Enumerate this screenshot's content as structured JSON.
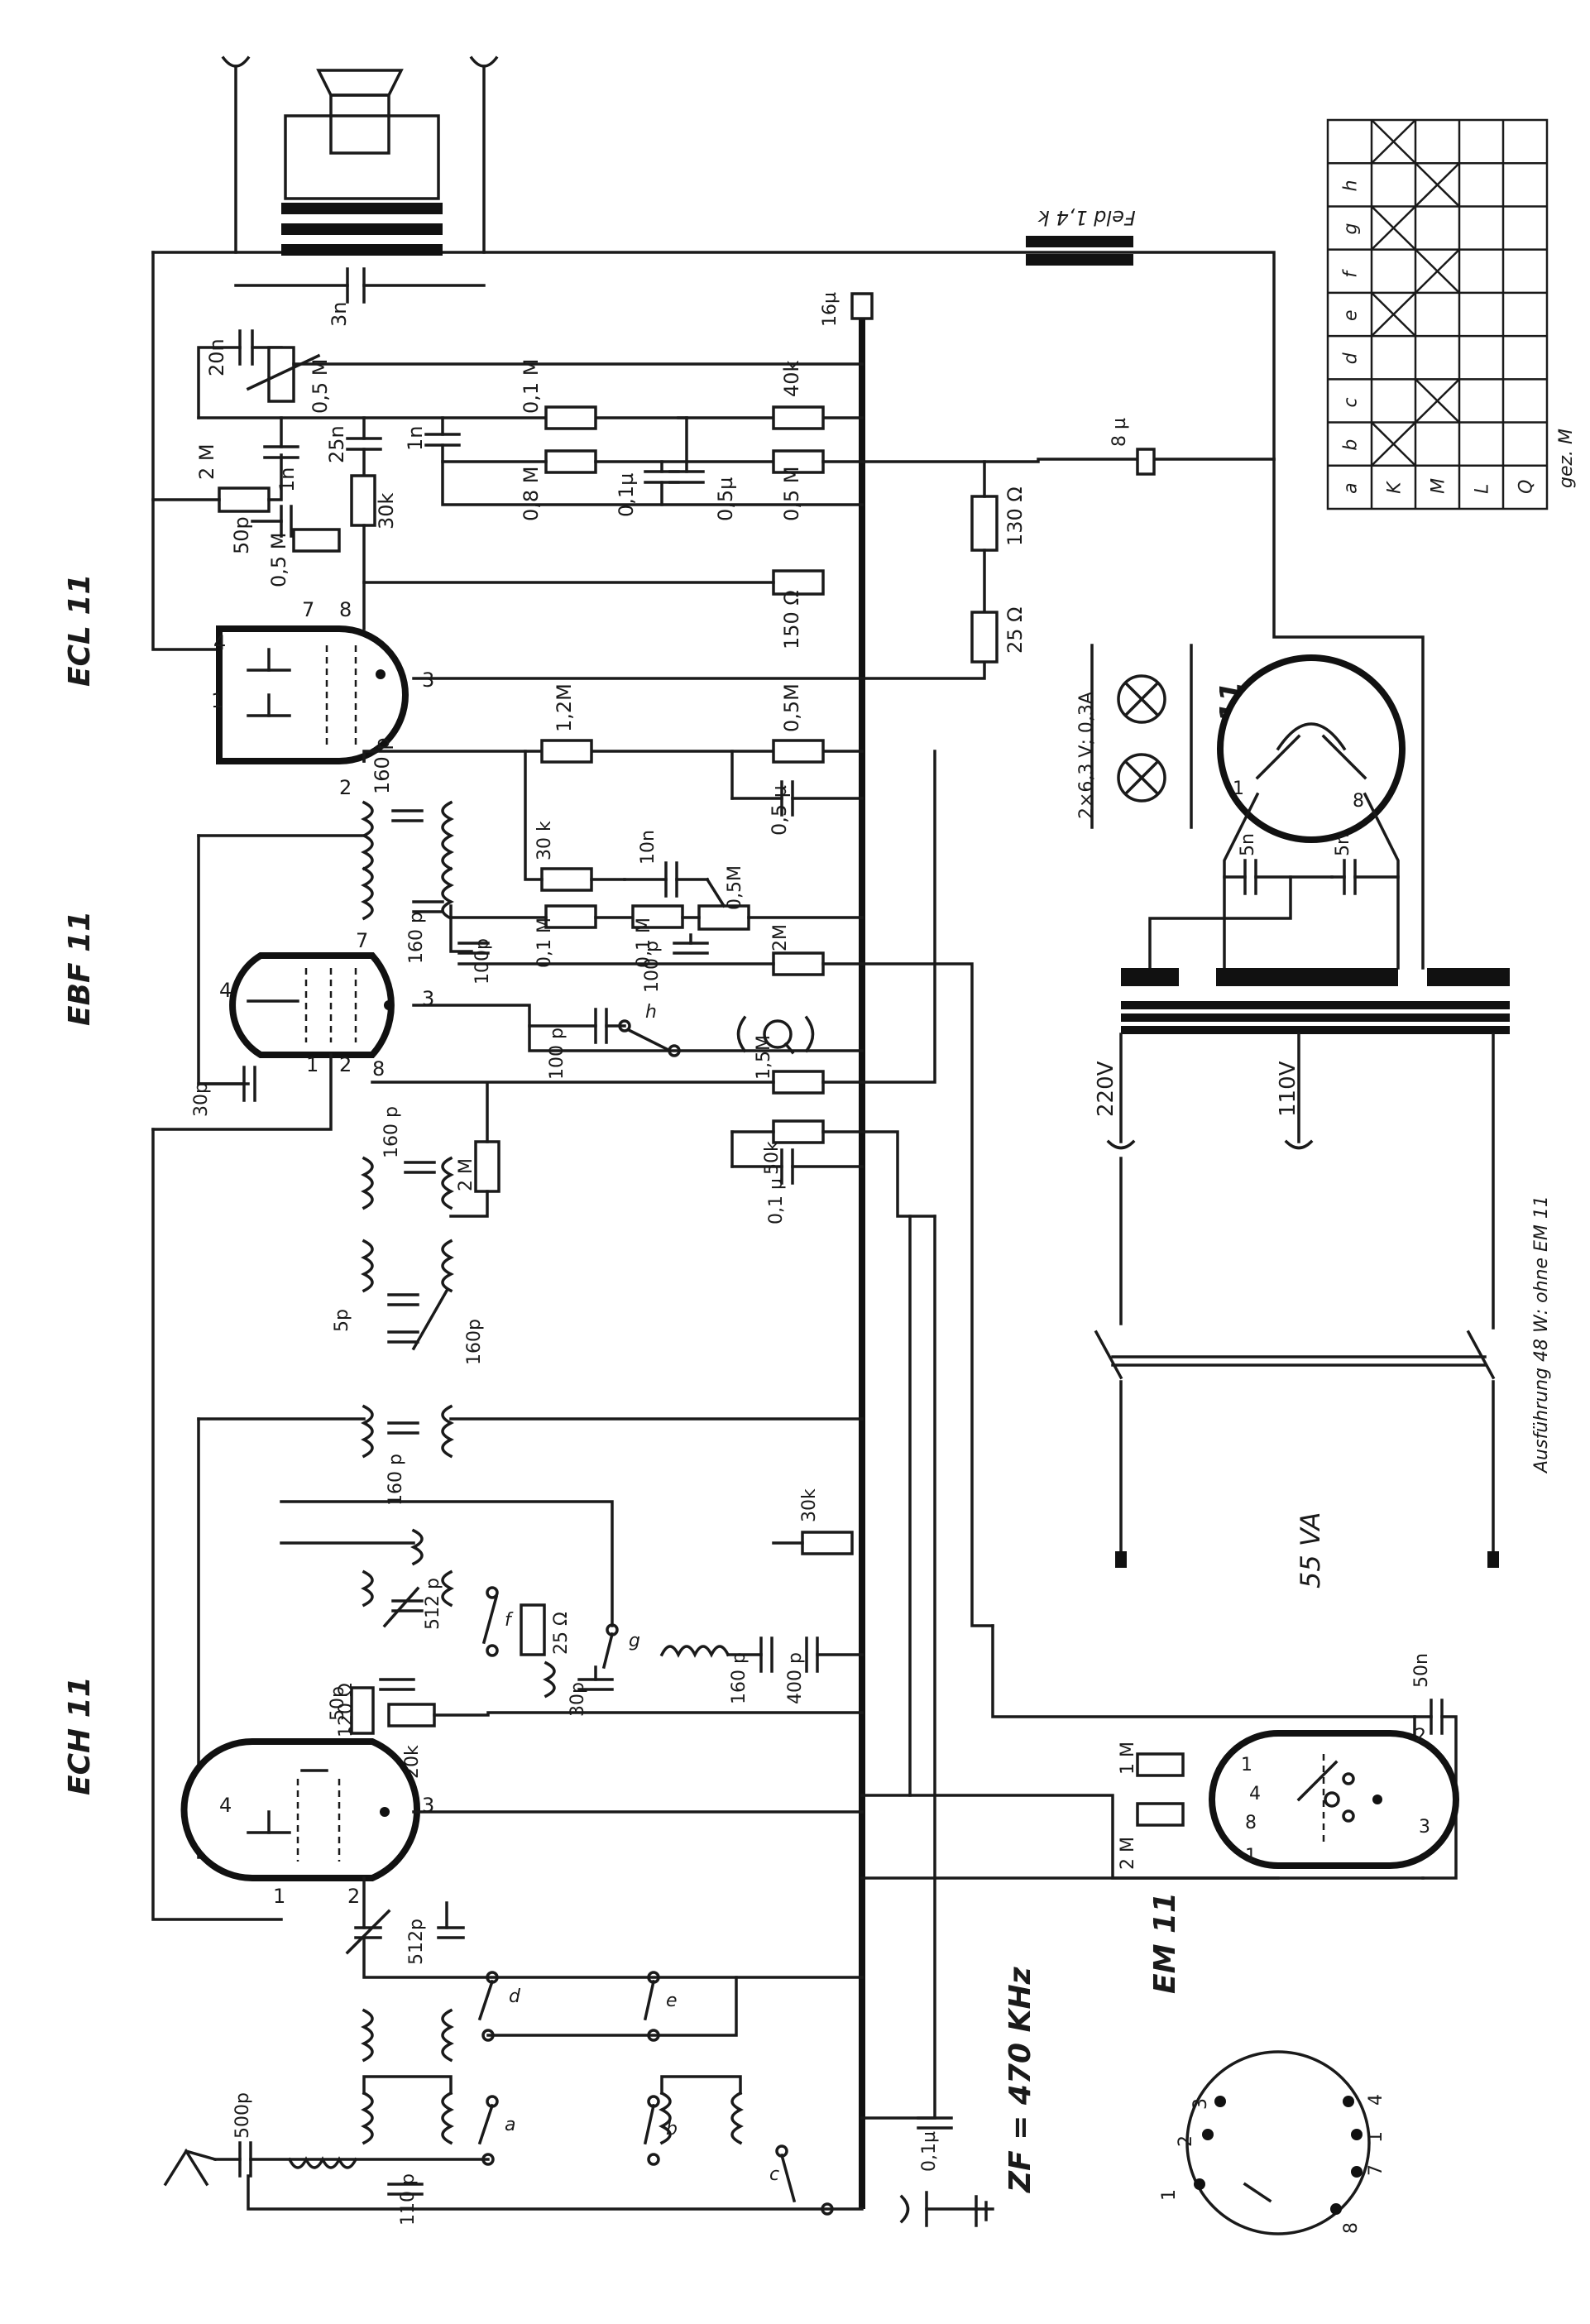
{
  "tubes": [
    {
      "id": "ecl11",
      "label": "ECL 11"
    },
    {
      "id": "ebf11",
      "label": "EBF 11"
    },
    {
      "id": "ech11",
      "label": "ECH 11"
    },
    {
      "id": "em11",
      "label": "EM 11"
    },
    {
      "id": "az11",
      "label": "AZ 11"
    }
  ],
  "pins": {
    "ecl11": [
      "1",
      "4",
      "7",
      "8",
      "2",
      "3"
    ],
    "ebf11": [
      "4",
      "7",
      "1",
      "2",
      "8",
      "3"
    ],
    "ech11": [
      "a",
      "4",
      "1",
      "2",
      "3"
    ],
    "em11": [
      "1",
      "4",
      "8",
      "1",
      "2",
      "3"
    ],
    "az11": [
      "1",
      "8"
    ]
  },
  "values": [
    "20n",
    "0,5 M",
    "2 M",
    "1n",
    "25n",
    "1n",
    "50p",
    "0,5 M",
    "30k",
    "0,1 M",
    "0,8 M",
    "0,1µ",
    "0,5µ",
    "40k",
    "0,5 M",
    "3n",
    "16µ",
    "150 Ω",
    "130 Ω",
    "25 Ω",
    "8 µ",
    "1,2M",
    "0,5M",
    "0,5 µ",
    "160 p",
    "160 p",
    "100p",
    "30 k",
    "10n",
    "0,5M",
    "0,1 M",
    "0,1 M",
    "2M",
    "100 p",
    "100 p",
    "1,5M",
    "30p",
    "160 p",
    "2 M",
    "50k",
    "0,1 µ",
    "5p",
    "160p",
    "160 p",
    "30k",
    "512 p",
    "25 Ω",
    "50p",
    "120 Ω",
    "20k",
    "30p",
    "160 p",
    "400 p",
    "512p",
    "0,1µ",
    "500p",
    "110 p",
    "50n",
    "1 M",
    "2 M",
    "5n",
    "5n"
  ],
  "switches": [
    "a",
    "b",
    "c",
    "d",
    "e",
    "f",
    "g",
    "h"
  ],
  "field_coil": "Feld 1,4 k",
  "lamps": "2×6,3 V; 0,3A",
  "mains": {
    "v220": "220V",
    "v110": "110V",
    "power": "55 VA",
    "note": "Ausführung 48 W: ohne EM 11"
  },
  "zf": "ZF = 470 KHz",
  "socket_pins": [
    "1",
    "2",
    "3",
    "4",
    "1",
    "7",
    "8"
  ],
  "table": {
    "cols": [
      "a",
      "b",
      "c",
      "d",
      "e",
      "f",
      "g",
      "h"
    ],
    "rows": [
      "K",
      "M",
      "L",
      "Q"
    ],
    "marks": [
      [
        0,
        0
      ],
      [
        1,
        1
      ],
      [
        3,
        0
      ],
      [
        4,
        1
      ],
      [
        5,
        0
      ],
      [
        6,
        1
      ],
      [
        7,
        0
      ]
    ],
    "signature": "gez. M"
  }
}
